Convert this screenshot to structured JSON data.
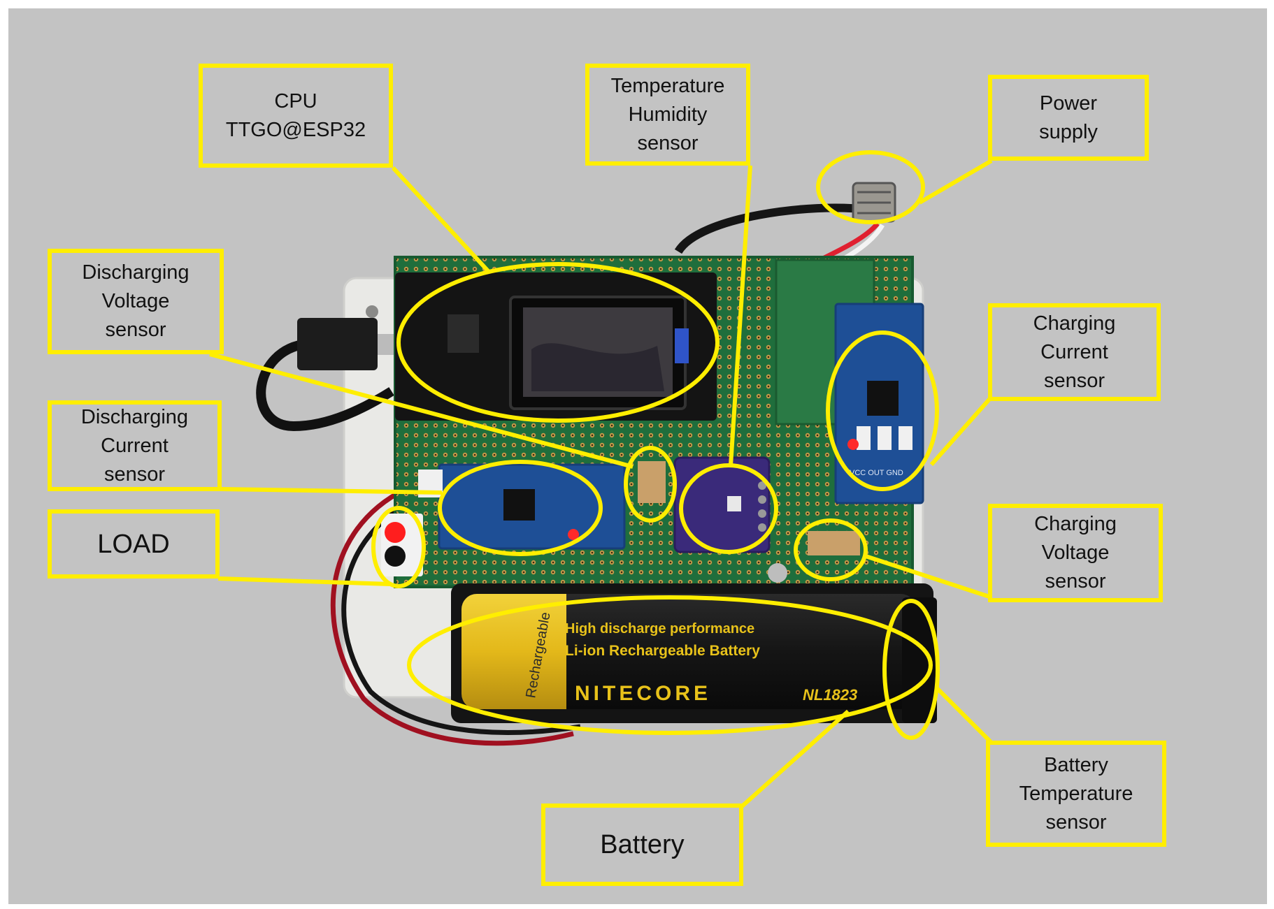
{
  "colors": {
    "background": "#c3c3c3",
    "annotation": "#ffee00",
    "pcb": "#1e6b3a",
    "battery_yellow": "#e8c21a",
    "battery_black": "#1a1a1a"
  },
  "labels": {
    "cpu": [
      "CPU",
      "TTGO@ESP32"
    ],
    "temp_humidity": [
      "Temperature",
      "Humidity",
      "sensor"
    ],
    "power_supply": [
      "Power",
      "supply"
    ],
    "discharging_voltage": [
      "Discharging",
      "Voltage",
      "sensor"
    ],
    "discharging_current": [
      "Discharging",
      "Current",
      "sensor"
    ],
    "load": [
      "LOAD"
    ],
    "charging_current": [
      "Charging",
      "Current",
      "sensor"
    ],
    "charging_voltage": [
      "Charging",
      "Voltage",
      "sensor"
    ],
    "battery": [
      "Battery"
    ],
    "battery_temperature": [
      "Battery",
      "Temperature",
      "sensor"
    ]
  },
  "photo_text": {
    "battery_line1": "High discharge performance",
    "battery_line2": "Li-ion Rechargeable Battery",
    "battery_brand": "NITECORE",
    "battery_model": "NL1823",
    "battery_side": "Rechargeable",
    "module_pins": "VCC  OUT  GND"
  }
}
